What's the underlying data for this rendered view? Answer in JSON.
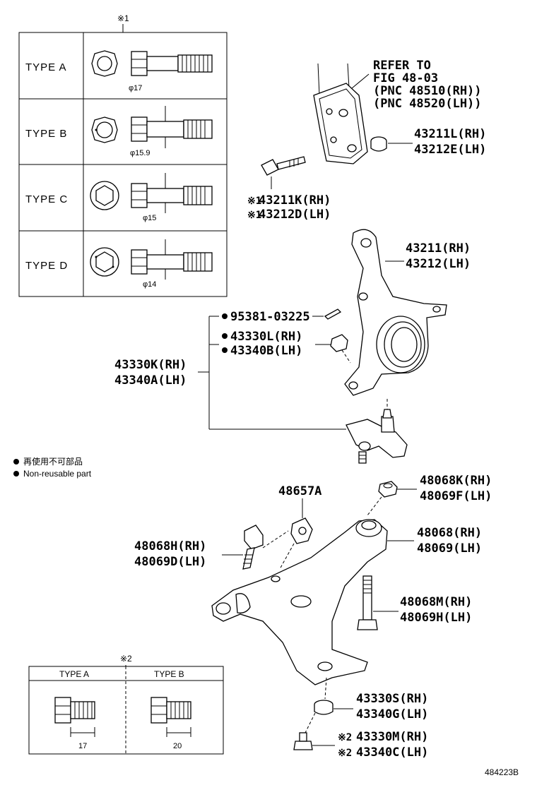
{
  "figure_id": "484223B",
  "note_symbol_1": "※1",
  "note_symbol_2": "※2",
  "stud_table": {
    "rows": [
      {
        "type": "TYPE A",
        "dim": "φ17"
      },
      {
        "type": "TYPE B",
        "dim": "φ15.9"
      },
      {
        "type": "TYPE C",
        "dim": "φ15"
      },
      {
        "type": "TYPE D",
        "dim": "φ14"
      }
    ]
  },
  "bolt_table": {
    "cols": [
      {
        "type": "TYPE A",
        "dim": "17"
      },
      {
        "type": "TYPE B",
        "dim": "20"
      }
    ]
  },
  "legend": {
    "jp": "再使用不可部品",
    "en": "Non-reusable part"
  },
  "refer": {
    "line1": "REFER TO",
    "line2": "FIG 48-03",
    "line3": "(PNC 48510(RH))",
    "line4": "(PNC 48520(LH))"
  },
  "labels": {
    "p43211L": "43211L(RH)",
    "p43212E": "43212E(LH)",
    "p43211K": "43211K(RH)",
    "p43212D": "43212D(LH)",
    "p43211": "43211(RH)",
    "p43212": "43212(LH)",
    "p95381": "95381-03225",
    "p43330L": "43330L(RH)",
    "p43340B": "43340B(LH)",
    "p43330K": "43330K(RH)",
    "p43340A": "43340A(LH)",
    "p48068K": "48068K(RH)",
    "p48069F": "48069F(LH)",
    "p48657A": "48657A",
    "p48068": "48068(RH)",
    "p48069": "48069(LH)",
    "p48068H": "48068H(RH)",
    "p48069D": "48069D(LH)",
    "p48068M": "48068M(RH)",
    "p48069H": "48069H(LH)",
    "p43330S": "43330S(RH)",
    "p43340G": "43340G(LH)",
    "p43330M": "43330M(RH)",
    "p43340C": "43340C(LH)"
  }
}
